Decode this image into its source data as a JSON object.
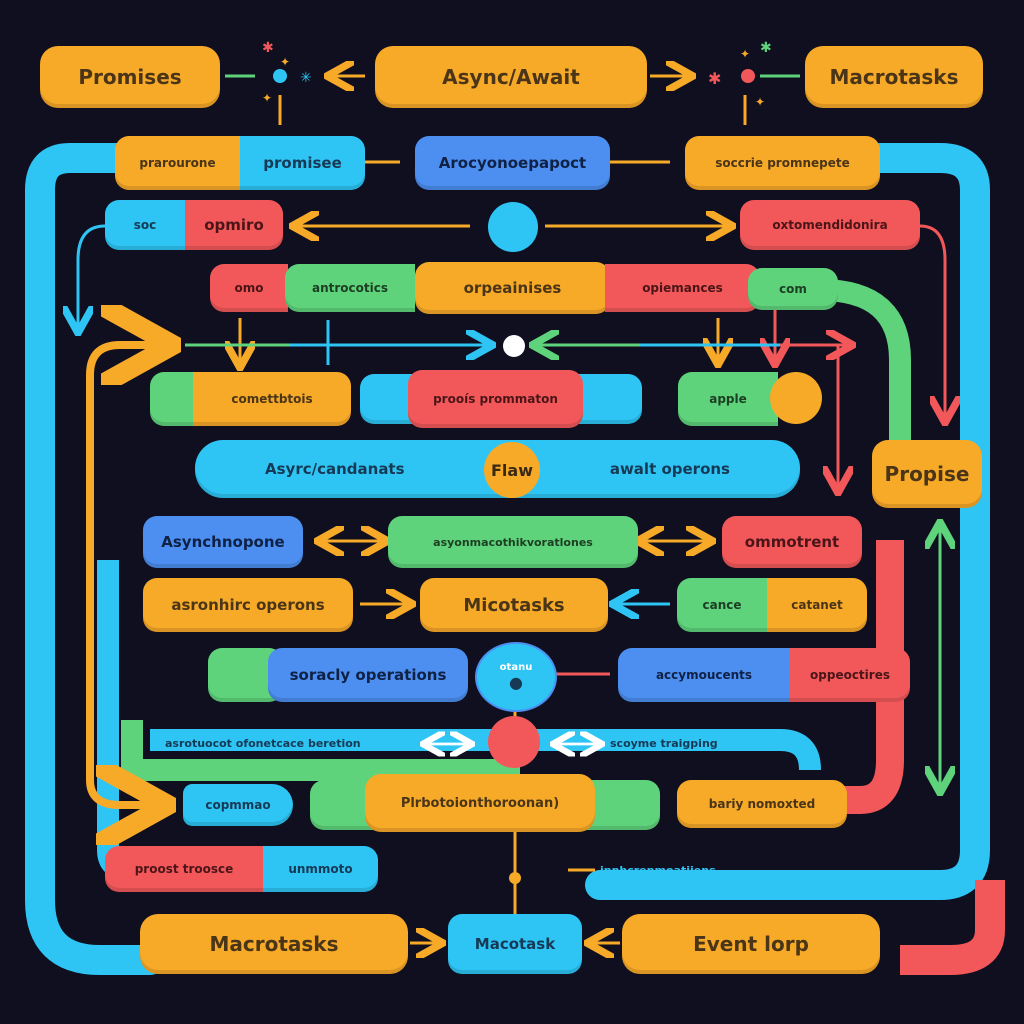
{
  "top": {
    "promises": "Promises",
    "async_await": "Async/Await",
    "macrotasks": "Macrotasks"
  },
  "row2": {
    "pill_a_left": "prarourone",
    "pill_a_right": "promisee",
    "pill_b": "Arocyonoepapoct",
    "pill_c": "soccrie promnepete"
  },
  "row3": {
    "pill_a_left": "soc",
    "pill_a_right": "opmiro",
    "pill_c": "oxtomendidonira"
  },
  "row4": {
    "omo": "omo",
    "antrocotics": "antrocotics",
    "orpeainises": "orpeainises",
    "opiemances": "opiemances",
    "com": "com"
  },
  "row5": {
    "comettbtois": "comettbtois",
    "proois": "prooís prommaton",
    "apple": "apple"
  },
  "flaw": {
    "left": "Asyrc/candanats",
    "center": "Flaw",
    "right": "awalt operons"
  },
  "propise": "Propise",
  "row7": {
    "asynchnopone": "Asynchnopone",
    "middle": "asyonmacothikvoratlones",
    "right": "ommotrent"
  },
  "row8": {
    "left": "asronhirc operons",
    "mid": "Micotasks",
    "right_a": "cance",
    "right_b": "catanet"
  },
  "row9": {
    "left": "soracly operations",
    "circle": "otanu",
    "right_a": "accymoucents",
    "right_b": "oppeoctires"
  },
  "row10": {
    "left": "asrotuocot ofonetcace beretion",
    "right": "scoyme traigping"
  },
  "row11": {
    "left": "copmmao",
    "mid": "Plrbotoionthoroonan)",
    "right": "bariy nomoxted"
  },
  "row12": {
    "left_a": "proost troosce",
    "left_b": "unmmoto",
    "right": "innhcrepmoatiiens"
  },
  "bottom": {
    "macrotasks": "Macrotasks",
    "macotask": "Macotask",
    "event_loop": "Event lorp"
  },
  "colors": {
    "orange": "#f7a928",
    "blue": "#2ec5f5",
    "royal": "#4c8ff0",
    "red": "#f2585a",
    "green": "#5fd37b",
    "background": "#0f0f1f"
  }
}
